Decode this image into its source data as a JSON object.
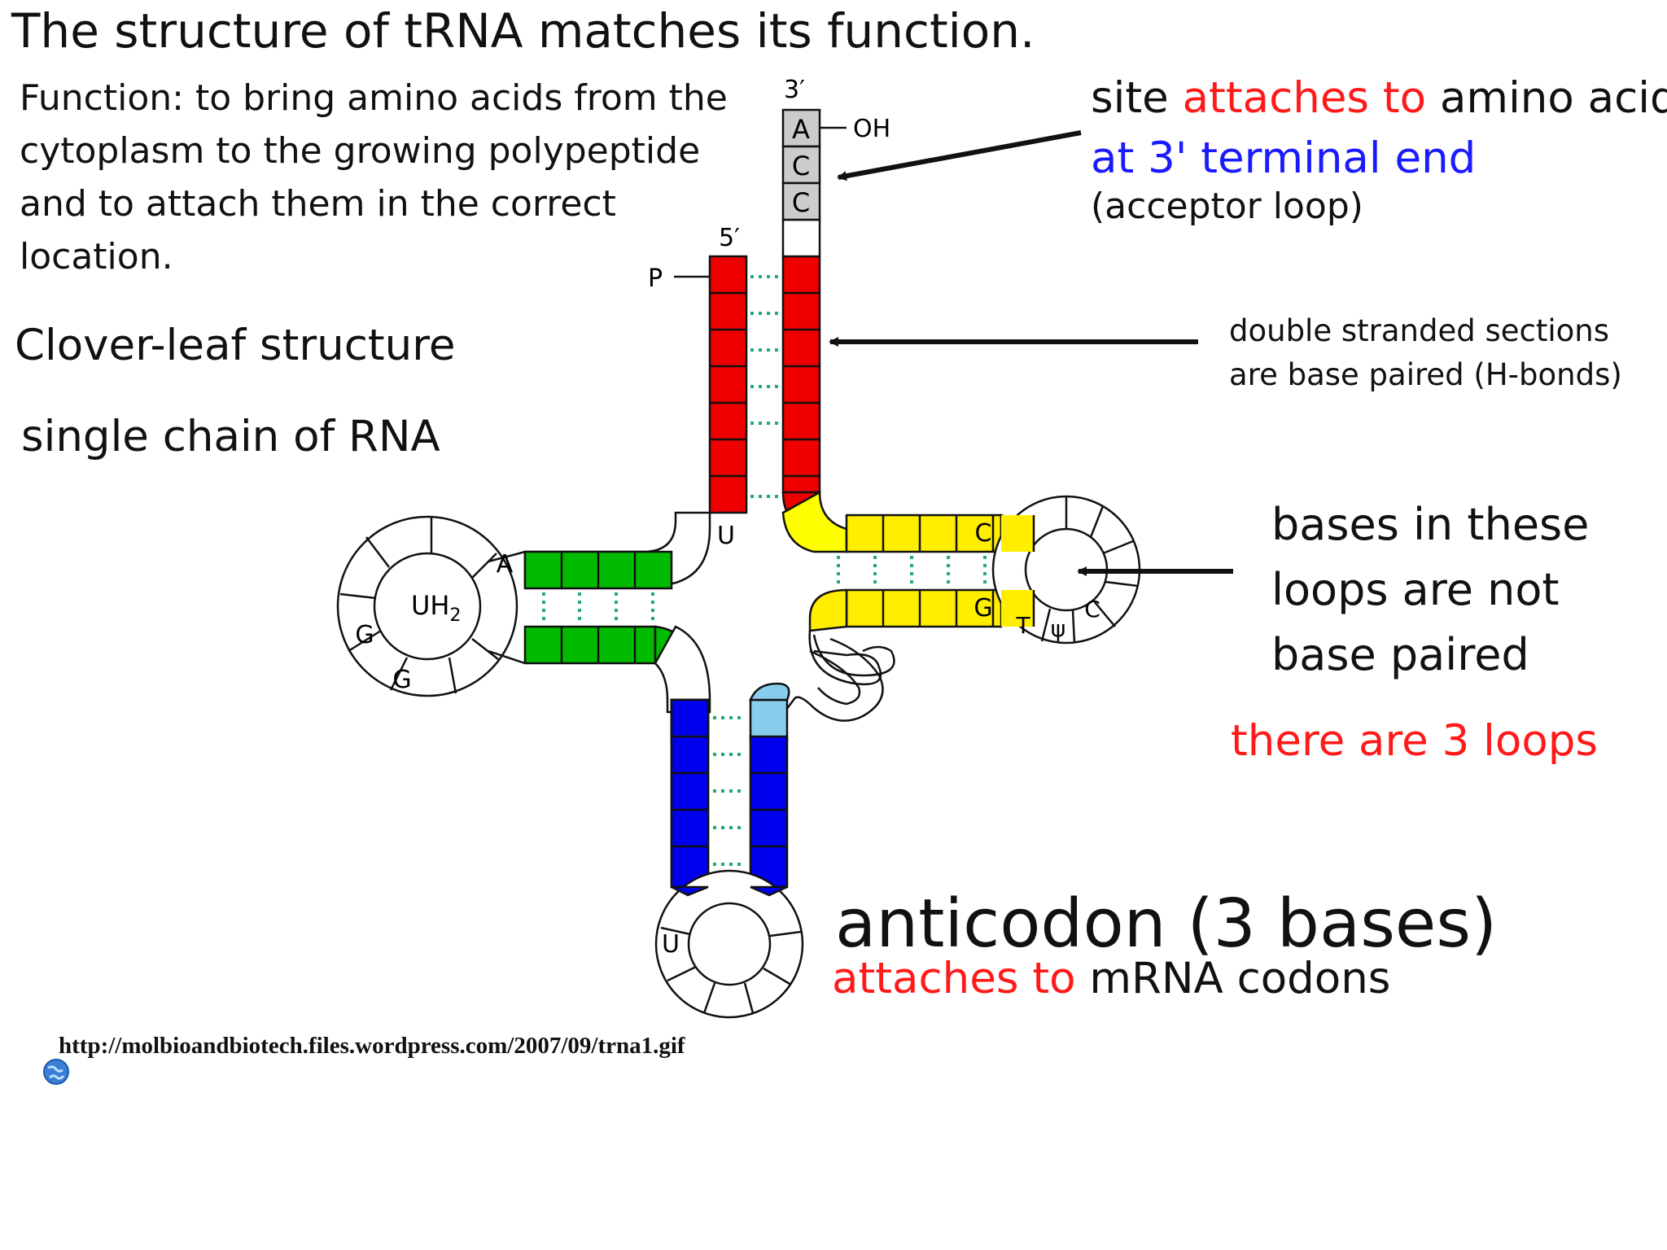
{
  "title": "The structure of tRNA matches its function.",
  "function_text": "Function: to bring amino acids from the cytoplasm to the growing polypeptide and to attach them in the correct location.",
  "clover_leaf": "Clover-leaf structure",
  "single_chain": "single chain of RNA",
  "annotations": {
    "site_prefix": "site ",
    "site_red": "attaches to",
    "site_suffix": " amino acid",
    "three_prime_end": "at 3' terminal end",
    "acceptor_loop": "(acceptor loop)",
    "double_stranded": "double stranded sections are base paired (H-bonds)",
    "bases_not_paired": "bases in these loops are not base paired",
    "three_loops": "there are 3 loops",
    "anticodon": "anticodon (3 bases)",
    "anticodon_sub_red": "attaches to",
    "anticodon_sub_rest": " mRNA codons"
  },
  "diagram_labels": {
    "three_prime": "3′",
    "five_prime": "5′",
    "oh": "OH",
    "phosphate": "P",
    "acceptor_bases": [
      "A",
      "C",
      "C"
    ],
    "uh2": "UH",
    "uh2_sub": "2",
    "d_loop_bases": [
      "A",
      "G",
      "G"
    ],
    "u_near_d": "U",
    "t_loop_bases": [
      "C",
      "G",
      "T",
      "ψ",
      "C"
    ],
    "anticodon_u": "U"
  },
  "source_url": "http://molbioandbiotech.files.wordpress.com/2007/09/trna1.gif",
  "colors": {
    "acceptor_stem": "#ee0000",
    "d_stem": "#00bb00",
    "t_stem": "#ffee00",
    "anticodon_stem": "#0000ee",
    "variable_base": "#88ccee",
    "acceptor_cap": "#cccccc",
    "h_bond": "#22aa77",
    "red_text": "#ff1a1a",
    "blue_text": "#1a1aff"
  }
}
